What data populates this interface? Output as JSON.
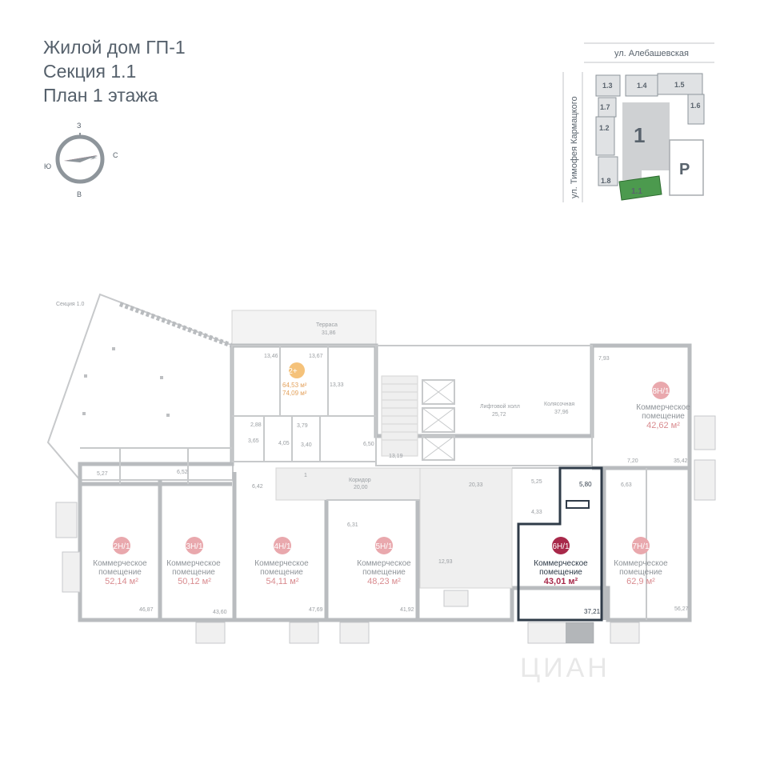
{
  "title": {
    "line1": "Жилой дом ГП-1",
    "line2": "Секция 1.1",
    "line3": "План 1 этажа"
  },
  "compass": {
    "north": "З",
    "south": "В",
    "west": "Ю",
    "east": "С"
  },
  "site_map": {
    "street_top": "ул. Алебашевская",
    "street_left": "ул. Тимофея Кармацкого",
    "building_number": "1",
    "parking_label": "Р",
    "sections": [
      "1.3",
      "1.4",
      "1.5",
      "1.7",
      "1.6",
      "1.2",
      "1.8",
      "1.1"
    ],
    "highlight_color": "#4c9a4e"
  },
  "plan": {
    "section_neighbor": "Секция 1.0",
    "terrace": {
      "label": "Терраса",
      "area": "31,86"
    },
    "lift_hall": {
      "label": "Лифтовой холл",
      "area": "25,72"
    },
    "stroller": {
      "label": "Колясочная",
      "area": "37,96"
    },
    "corridor": {
      "label": "Коридор",
      "area": "20,00"
    },
    "apartment": {
      "badge": "2+",
      "area1": "64,53 м²",
      "area2": "74,09 м²"
    },
    "small_areas": [
      "13,46",
      "13,67",
      "13,33",
      "2,88",
      "3,79",
      "3,65",
      "4,05",
      "3,40",
      "6,50",
      "13,19",
      "7,93",
      "5,27",
      "6,52",
      "6,42",
      "6,31",
      "20,33",
      "5,25",
      "4,33",
      "5,80",
      "6,63",
      "7,20",
      "35,42",
      "12,93",
      "46,87",
      "43,60",
      "47,69",
      "41,92",
      "37,21",
      "56,27",
      "1"
    ],
    "units": [
      {
        "badge": "2Н/1",
        "title1": "Коммерческое",
        "title2": "помещение",
        "area": "52,14 м²"
      },
      {
        "badge": "3Н/1",
        "title1": "Коммерческое",
        "title2": "помещение",
        "area": "50,12 м²"
      },
      {
        "badge": "4Н/1",
        "title1": "Коммерческое",
        "title2": "помещение",
        "area": "54,11 м²"
      },
      {
        "badge": "5Н/1",
        "title1": "Коммерческое",
        "title2": "помещение",
        "area": "48,23 м²"
      },
      {
        "badge": "6Н/1",
        "title1": "Коммерческое",
        "title2": "помещение",
        "area": "43,01 м²",
        "selected": true
      },
      {
        "badge": "7Н/1",
        "title1": "Коммерческое",
        "title2": "помещение",
        "area": "62,9 м²"
      },
      {
        "badge": "8Н/1",
        "title1": "Коммерческое",
        "title2": "помещение",
        "area": "42,62 м²"
      }
    ]
  },
  "watermark": "ЦИАН",
  "colors": {
    "title": "#55606b",
    "badge": "#e9a8ad",
    "badge_selected": "#a8294a",
    "selected_outline": "#2f3b48",
    "apartment_badge": "#f5c27a"
  }
}
